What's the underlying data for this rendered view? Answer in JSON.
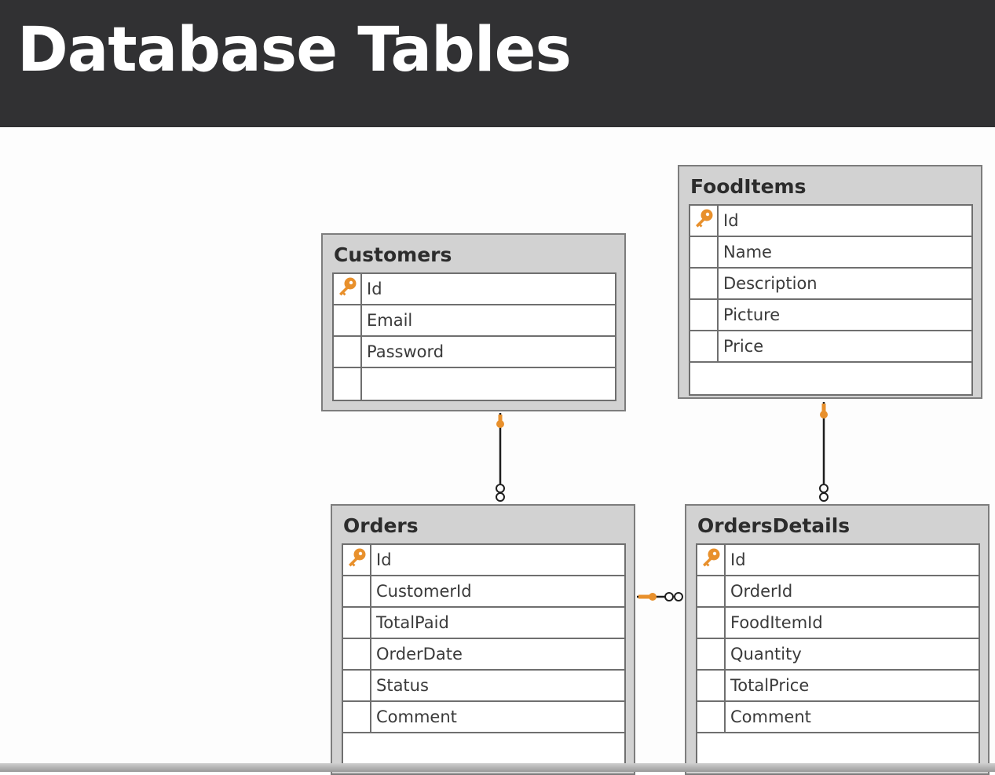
{
  "header": {
    "title": "Database Tables"
  },
  "colors": {
    "key": "#e8902c",
    "header_bg": "#313133",
    "entity_bg": "#d2d2d2"
  },
  "tables": {
    "customers": {
      "name": "Customers",
      "columns": [
        "Id",
        "Email",
        "Password"
      ],
      "primary_key": "Id"
    },
    "fooditems": {
      "name": "FoodItems",
      "columns": [
        "Id",
        "Name",
        "Description",
        "Picture",
        "Price"
      ],
      "primary_key": "Id"
    },
    "orders": {
      "name": "Orders",
      "columns": [
        "Id",
        "CustomerId",
        "TotalPaid",
        "OrderDate",
        "Status",
        "Comment"
      ],
      "primary_key": "Id"
    },
    "ordersdetails": {
      "name": "OrdersDetails",
      "columns": [
        "Id",
        "OrderId",
        "FoodItemId",
        "Quantity",
        "TotalPrice",
        "Comment"
      ],
      "primary_key": "Id"
    }
  },
  "relationships": [
    {
      "from": "Customers",
      "to": "Orders",
      "type": "one-to-many"
    },
    {
      "from": "FoodItems",
      "to": "OrdersDetails",
      "type": "one-to-many"
    },
    {
      "from": "Orders",
      "to": "OrdersDetails",
      "type": "one-to-many"
    }
  ]
}
